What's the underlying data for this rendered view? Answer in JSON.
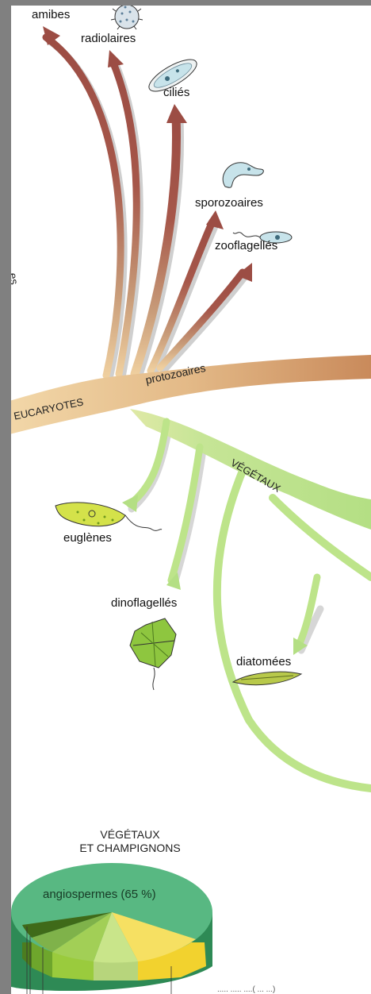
{
  "labels": {
    "amibes": "amibes",
    "radiolaires": "radiolaires",
    "cilies": "ciliés",
    "sporozoaires": "sporozoaires",
    "zooflagelles": "zooflagellés",
    "protozoaires": "protozoaires",
    "eucaryotes": "EUCARYOTES",
    "vegetaux": "VÉGÉTAUX",
    "euglenes": "euglènes",
    "dinoflagelles": "dinoflagellés",
    "diatomees": "diatomées",
    "side_fragment": "es"
  },
  "pie": {
    "title_line1": "VÉGÉTAUX",
    "title_line2": "ET CHAMPIGNONS",
    "main_label": "angiospermes (65 %)",
    "bottom_fragment": "..... ..... ....( ... ...)",
    "colors": {
      "angiospermes": "#58b882",
      "yellow": "#f6e062",
      "lightgreen": "#c9e58a",
      "midgreen": "#a2cf56",
      "dark": "#7fb24a"
    }
  },
  "colors": {
    "protozoa_branch": "#a6574a",
    "protozoa_trunk": "#c98e5e",
    "trunk_light": "#efcf9f",
    "plant_branch": "#bde48a"
  }
}
